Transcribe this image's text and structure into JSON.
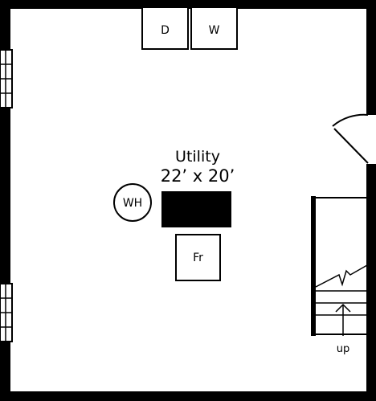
{
  "room": {
    "name": "Utility",
    "dimensions": "22’ x 20’"
  },
  "fixtures": {
    "dryer": "D",
    "washer": "W",
    "water_heater": "WH",
    "freezer": "Fr"
  },
  "stairs": {
    "label": "up"
  },
  "colors": {
    "wall": "#000000",
    "background": "#ffffff"
  }
}
